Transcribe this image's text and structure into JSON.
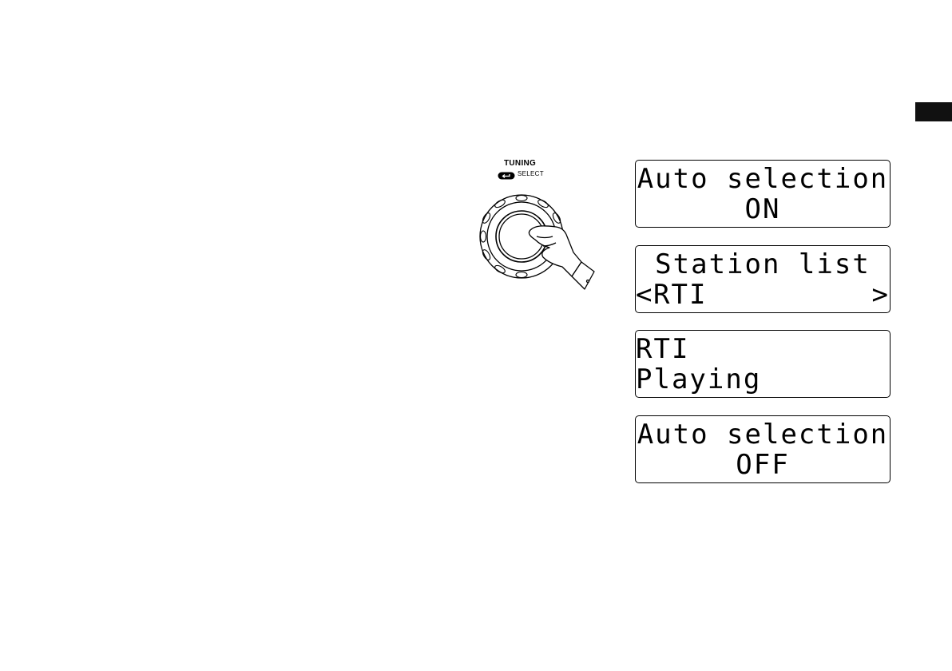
{
  "knob": {
    "title": "TUNING",
    "subtitle": "SELECT"
  },
  "displays": [
    {
      "line1": "Auto selection",
      "line2": "ON"
    },
    {
      "line1": "Station list",
      "line2": "RTI",
      "arrow_left": "<",
      "arrow_right": ">"
    },
    {
      "line1": "RTI",
      "line2": "Playing"
    },
    {
      "line1": "Auto selection",
      "line2": "OFF"
    }
  ]
}
